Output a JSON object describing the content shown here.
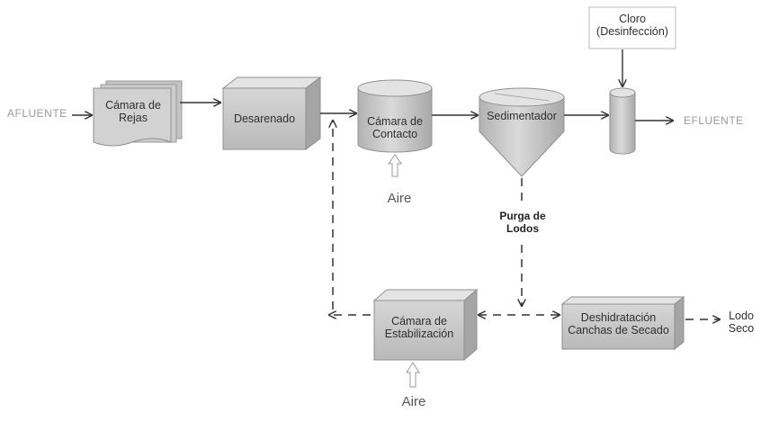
{
  "labels": {
    "afluente": "AFLUENTE",
    "efluente": "EFLUENTE",
    "camara_rejas_1": "Cámara de",
    "camara_rejas_2": "Rejas",
    "desarenado": "Desarenado",
    "camara_contacto_1": "Cámara de",
    "camara_contacto_2": "Contacto",
    "sedimentador": "Sedimentador",
    "cloro_1": "Cloro",
    "cloro_2": "(Desinfección)",
    "aire_contacto": "Aire",
    "purga_1": "Purga de",
    "purga_2": "Lodos",
    "estabilizacion_1": "Cámara de",
    "estabilizacion_2": "Estabilización",
    "deshidratacion_1": "Deshidratación",
    "deshidratacion_2": "Canchas de Secado",
    "lodo_seco_1": "Lodo",
    "lodo_seco_2": "Seco",
    "aire_estabilizacion": "Aire"
  },
  "colors": {
    "box_front": "#c9c9c9",
    "box_top": "#e6e6e6",
    "box_side": "#a9a9a9",
    "line": "#333333",
    "faint_text": "#9a9a9a"
  }
}
